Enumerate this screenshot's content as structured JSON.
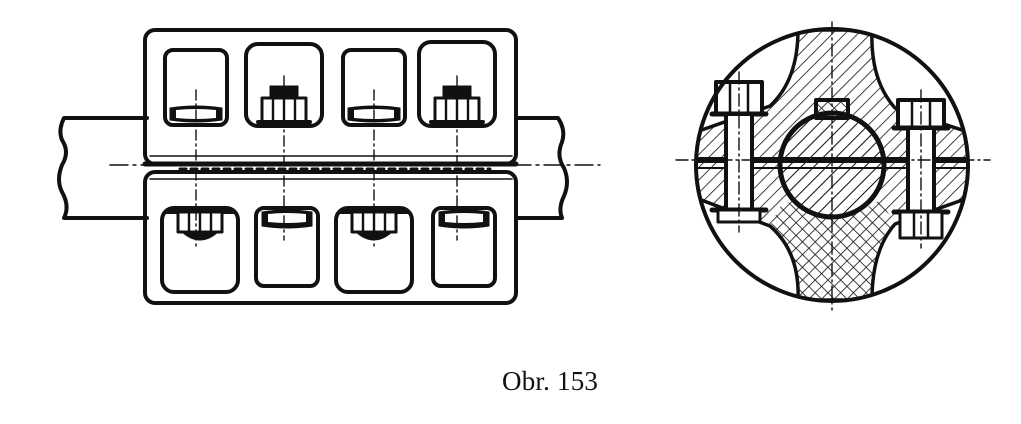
{
  "figure": {
    "caption": "Obr. 153",
    "colors": {
      "ink": "#111111",
      "paper": "#ffffff"
    },
    "views": [
      "side-view-clamp-coupling",
      "cross-section-view"
    ]
  }
}
